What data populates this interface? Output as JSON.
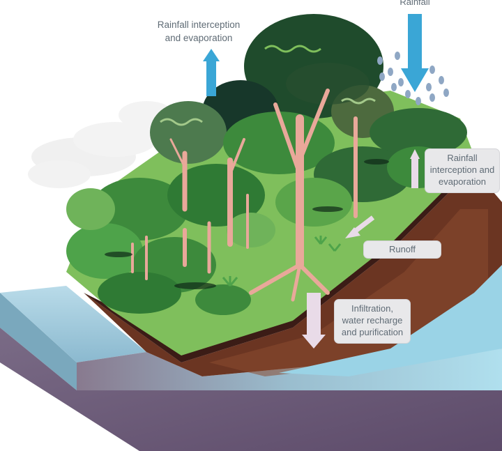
{
  "labels": {
    "rainfall": "Rainfall",
    "interception_top": "Rainfall interception\nand evaporation",
    "interception_right": "Rainfall\ninterception and\nevaporation",
    "runoff": "Runoff",
    "infiltration": "Infiltration,\nwater recharge\nand purification"
  },
  "colors": {
    "water_arrow": "#3aa6d6",
    "soil_arrow": "#e9dbe8",
    "soil_dark": "#3b1c16",
    "soil_mid": "#6b3522",
    "water_body": "#9ad3e6",
    "forest_dark": "#1f4b2c",
    "forest_mid": "#3d8a3c",
    "forest_light": "#7fbf5c",
    "trunk": "#e9a89a"
  }
}
